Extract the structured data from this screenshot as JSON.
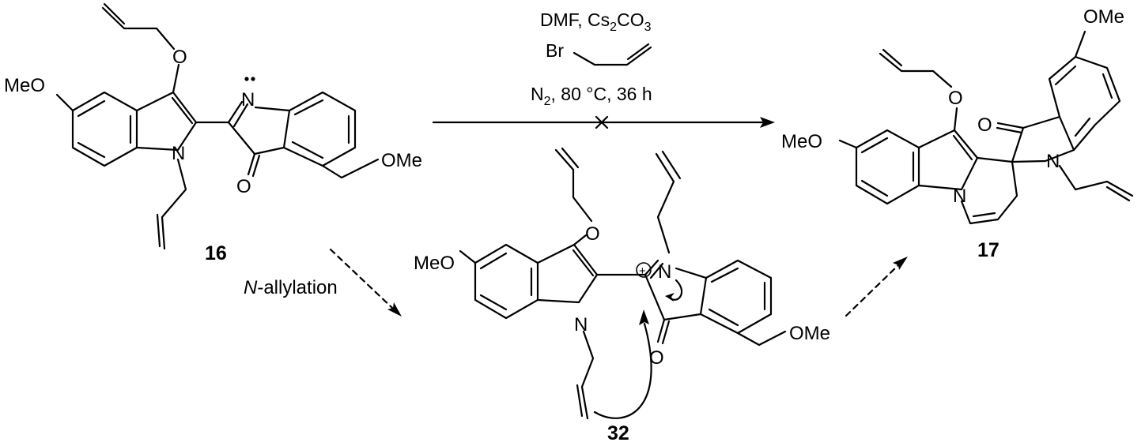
{
  "scheme": {
    "compounds": {
      "c16": {
        "label": "16"
      },
      "c17": {
        "label": "17"
      },
      "c32": {
        "label": "32"
      }
    },
    "atoms": {
      "o": "O",
      "n": "N",
      "meo": "MeO",
      "ome": "OMe",
      "br": "Br"
    },
    "conditions": {
      "line1": "DMF, Cs",
      "line1_sub": "2",
      "line1_b": "CO",
      "line1_sub2": "3",
      "line3": "N",
      "line3_sub": "2",
      "line3_b": ", 80 °C, 36 h"
    },
    "step_label": {
      "italic": "N",
      "rest": "-allylation"
    },
    "charge_symbol": "+"
  }
}
